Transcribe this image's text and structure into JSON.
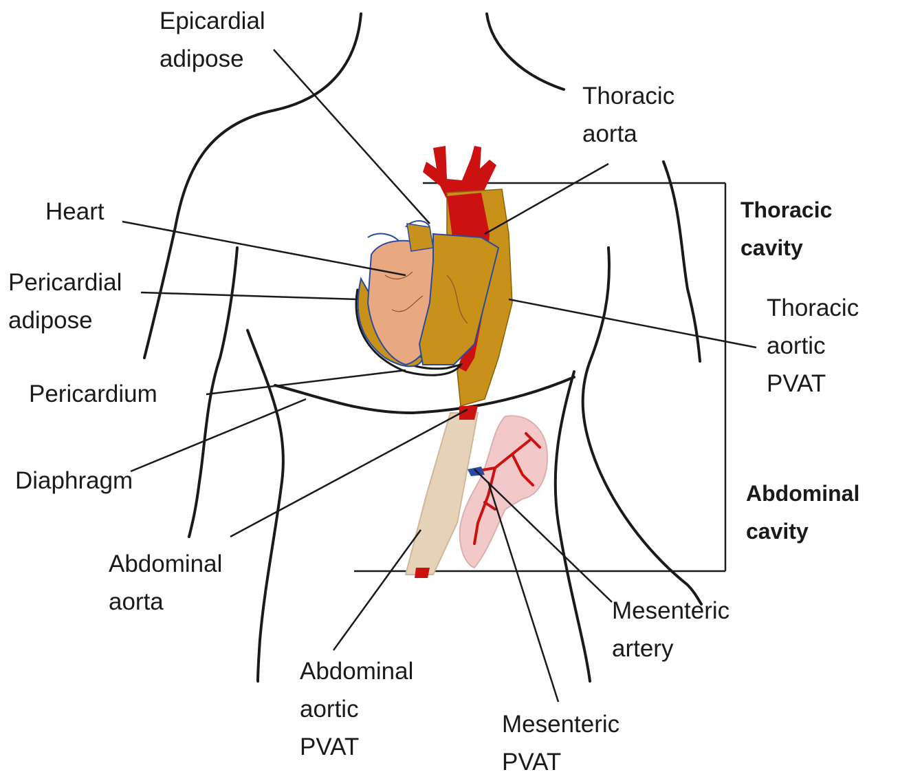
{
  "labels": {
    "epicardial_adipose": [
      "Epicardial",
      "adipose"
    ],
    "thoracic_aorta": [
      "Thoracic",
      "aorta"
    ],
    "heart": [
      "Heart"
    ],
    "pericardial_adipose": [
      "Pericardial",
      "adipose"
    ],
    "pericardium": [
      "Pericardium"
    ],
    "diaphragm": [
      "Diaphragm"
    ],
    "abdominal_aorta": [
      "Abdominal",
      "aorta"
    ],
    "abdominal_aortic_pvat": [
      "Abdominal",
      "aortic",
      "PVAT"
    ],
    "mesenteric_pvat": [
      "Mesenteric",
      "PVAT"
    ],
    "mesenteric_artery": [
      "Mesenteric",
      "artery"
    ],
    "thoracic_aortic_pvat": [
      "Thoracic",
      "aortic",
      "PVAT"
    ],
    "thoracic_cavity": [
      "Thoracic",
      "cavity"
    ],
    "abdominal_cavity": [
      "Abdominal",
      "cavity"
    ]
  },
  "colors": {
    "outline": "#1a1a1a",
    "adipose": "#c8921a",
    "heart_tissue": "#e8a882",
    "artery_red": "#cc1111",
    "pvat_beige": "#e6d2b8",
    "mesentery_pink": "#f2c8c8",
    "vessel_blue": "#2a4aa0"
  }
}
